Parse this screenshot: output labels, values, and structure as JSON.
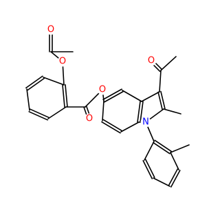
{
  "diagram": {
    "type": "chemical-structure",
    "colors": {
      "bond": "#000000",
      "oxygen": "#ff0000",
      "nitrogen": "#0000ff",
      "background": "#ffffff"
    },
    "atoms": [
      {
        "id": "o1",
        "label": "O",
        "element": "oxygen"
      },
      {
        "id": "o2",
        "label": "O",
        "element": "oxygen"
      },
      {
        "id": "o3",
        "label": "O",
        "element": "oxygen"
      },
      {
        "id": "o4",
        "label": "O",
        "element": "oxygen"
      },
      {
        "id": "o5",
        "label": "O",
        "element": "oxygen"
      },
      {
        "id": "n1",
        "label": "N",
        "element": "nitrogen"
      }
    ]
  }
}
